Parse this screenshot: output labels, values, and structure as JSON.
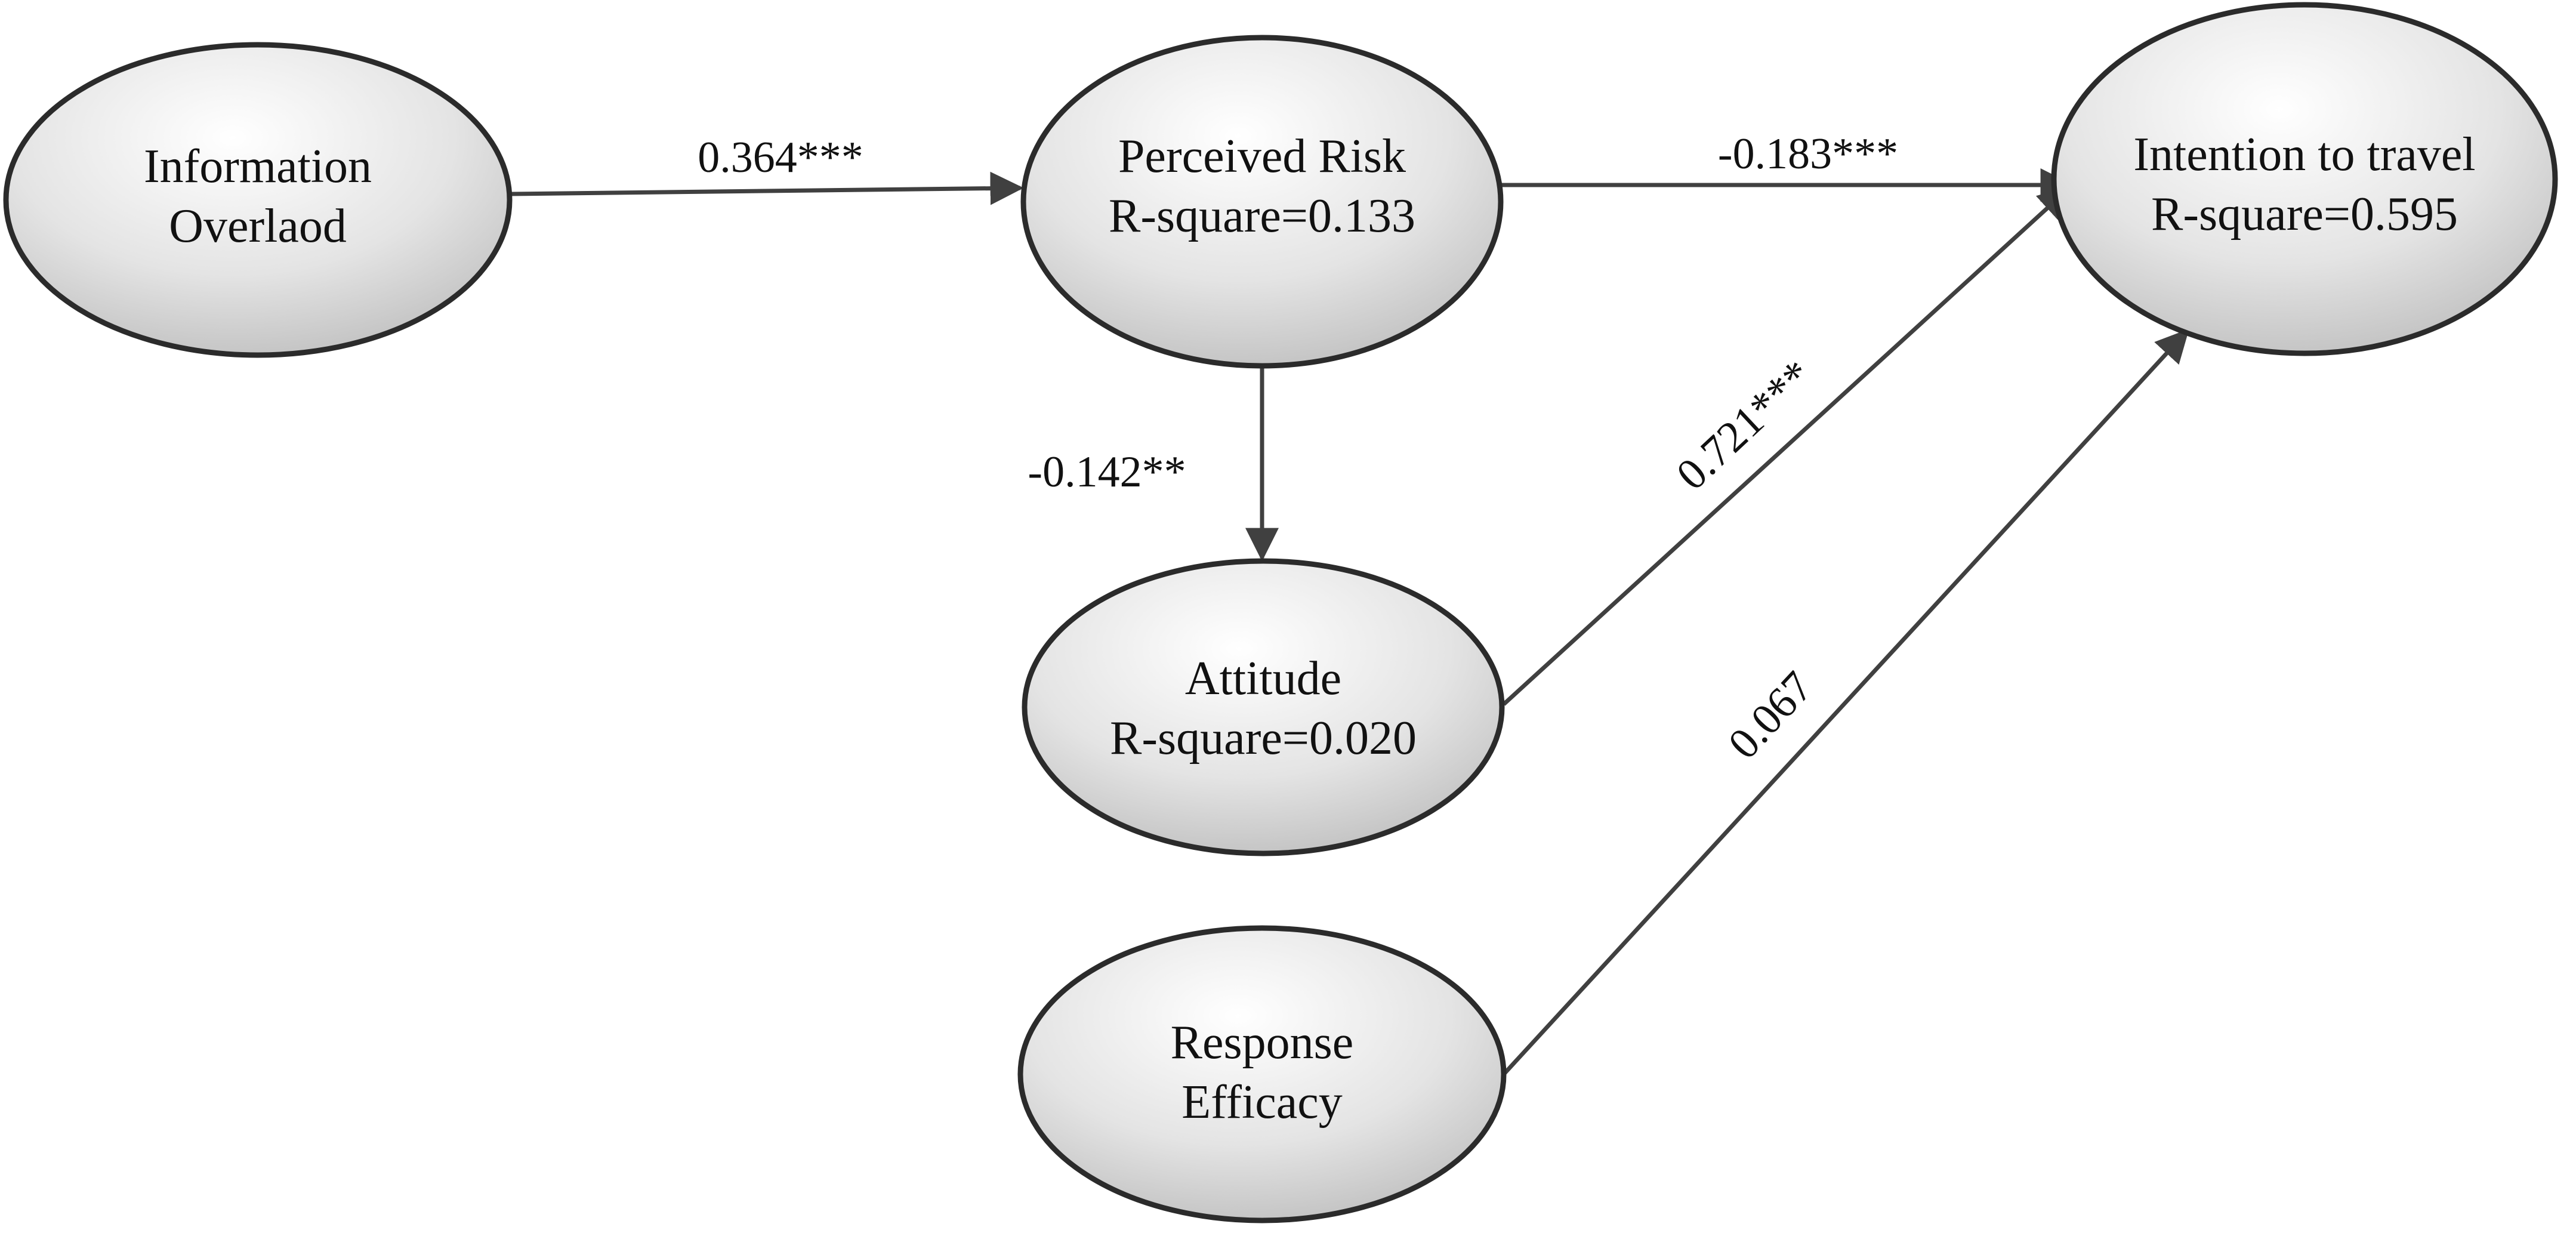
{
  "nodes": {
    "information_overload": {
      "lines": [
        "Information",
        "Overlaod"
      ]
    },
    "perceived_risk": {
      "lines": [
        "Perceived Risk",
        "R-square=0.133"
      ]
    },
    "intention_to_travel": {
      "lines": [
        "Intention to travel",
        "R-square=0.595"
      ]
    },
    "attitude": {
      "lines": [
        "Attitude",
        "R-square=0.020"
      ]
    },
    "response_efficacy": {
      "lines": [
        "Response",
        "Efficacy"
      ]
    }
  },
  "paths": [
    {
      "from": "Information Overlaod",
      "to": "Perceived Risk",
      "coefficient": "0.364***"
    },
    {
      "from": "Perceived Risk",
      "to": "Intention to travel",
      "coefficient": "-0.183***"
    },
    {
      "from": "Perceived Risk",
      "to": "Attitude",
      "coefficient": "-0.142**"
    },
    {
      "from": "Attitude",
      "to": "Intention to travel",
      "coefficient": "0.721***"
    },
    {
      "from": "Response Efficacy",
      "to": "Intention to travel",
      "coefficient": "0.067"
    }
  ],
  "colors": {
    "ellipse_fill_light": "#ffffff",
    "ellipse_fill_dark": "#b9b9b9",
    "outline": "#2b2b2b",
    "arrow": "#404040"
  }
}
